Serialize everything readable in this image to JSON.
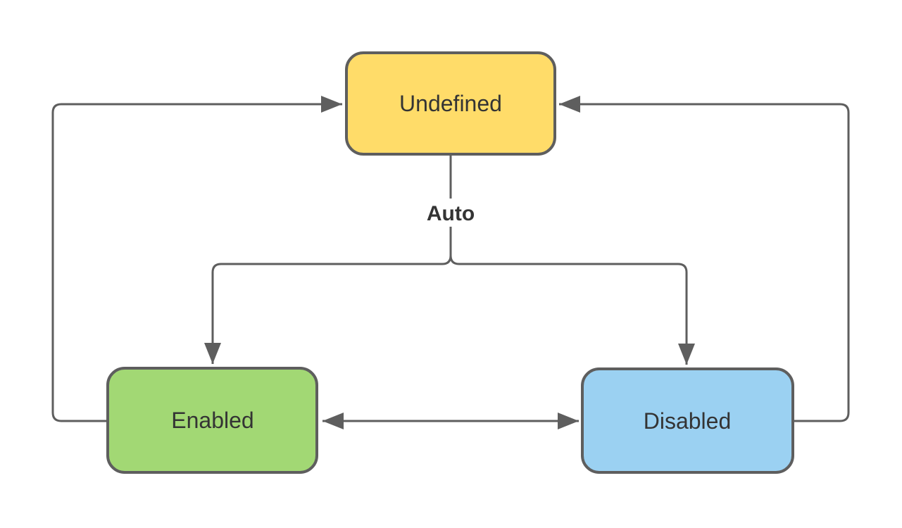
{
  "diagram": {
    "type": "state-diagram",
    "background": "#FFFFFF",
    "colors": {
      "stroke": "#5E5E5E",
      "text": "#343434"
    },
    "auto_label": "Auto",
    "nodes": [
      {
        "id": "undefined",
        "label": "Undefined",
        "fill": "#FFDC69"
      },
      {
        "id": "enabled",
        "label": "Enabled",
        "fill": "#A2D874"
      },
      {
        "id": "disabled",
        "label": "Disabled",
        "fill": "#9BD1F2"
      }
    ],
    "edges": [
      {
        "from": "Undefined",
        "to": "Enabled",
        "label": "Auto",
        "style": "arrow"
      },
      {
        "from": "Undefined",
        "to": "Disabled",
        "label": "Auto",
        "style": "arrow"
      },
      {
        "from": "Enabled",
        "to": "Disabled",
        "label": "",
        "style": "double-arrow"
      },
      {
        "from": "Enabled",
        "to": "Undefined",
        "label": "",
        "style": "arrow"
      },
      {
        "from": "Disabled",
        "to": "Undefined",
        "label": "",
        "style": "arrow"
      }
    ]
  }
}
